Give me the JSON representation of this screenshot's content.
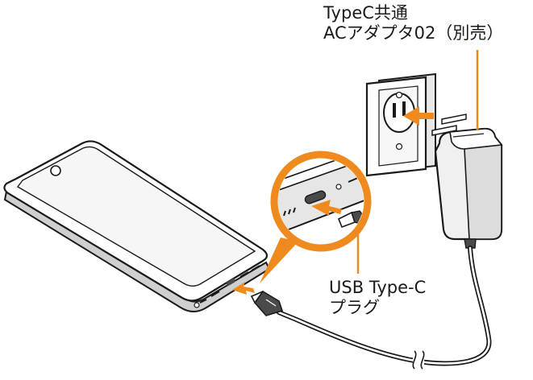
{
  "labels": {
    "adapter_line1": "TypeC共通",
    "adapter_line2": "ACアダプタ02（別売）",
    "plug_line1": "USB Type-C",
    "plug_line2": "プラグ"
  },
  "colors": {
    "accent_orange": "#ee8a1e",
    "line": "#1a1a1a",
    "fill_light": "#f2f2f2",
    "fill_mid": "#d9d9d9",
    "fill_dark": "#4a4a4a"
  },
  "icons": [
    "wall-outlet-icon",
    "ac-adapter-icon",
    "smartphone-icon",
    "usb-c-plug-icon",
    "insert-arrow-icon"
  ]
}
